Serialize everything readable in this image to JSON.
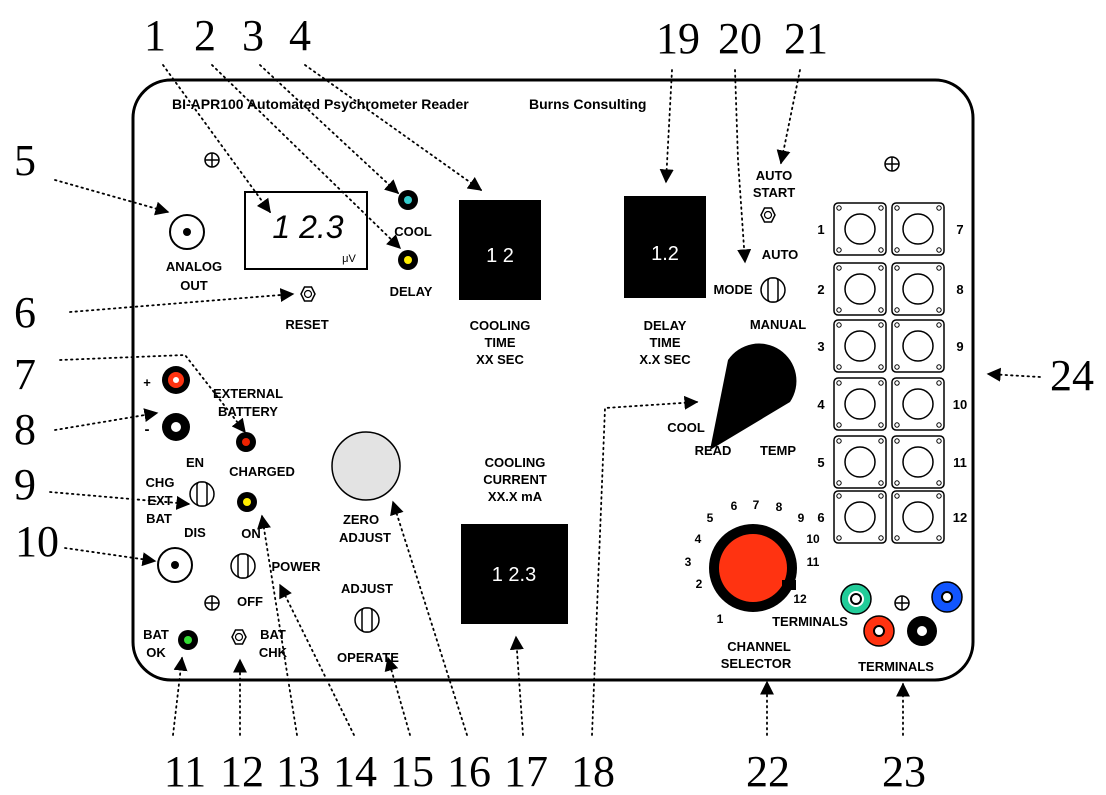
{
  "panel": {
    "title": "BI-APR100 Automated Psychrometer Reader",
    "company": "Burns Consulting",
    "analog_out_top": "ANALOG",
    "analog_out_bottom": "OUT",
    "reset": "RESET",
    "cool": "COOL",
    "delay": "DELAY",
    "plus": "+",
    "minus": "-",
    "external_top": "EXTERNAL",
    "battery": "BATTERY",
    "charged": "CHARGED",
    "en": "EN",
    "chg": "CHG",
    "ext": "EXT",
    "bat": "BAT",
    "dis": "DIS",
    "on": "ON",
    "power": "POWER",
    "off": "OFF",
    "bat_ok_top": "BAT",
    "bat_ok_bottom": "OK",
    "bat_chk_top": "BAT",
    "bat_chk_bottom": "CHK",
    "zero_top": "ZERO",
    "zero_bottom": "ADJUST",
    "adjust": "ADJUST",
    "operate": "OPERATE",
    "cooling_time_1": "COOLING",
    "cooling_time_2": "TIME",
    "cooling_time_3": "XX SEC",
    "delay_time_1": "DELAY",
    "delay_time_2": "TIME",
    "delay_time_3": "X.X SEC",
    "cooling_current_1": "COOLING",
    "cooling_current_2": "CURRENT",
    "cooling_current_3": "XX.X mA",
    "auto_start_1": "AUTO",
    "auto_start_2": "START",
    "auto": "AUTO",
    "mode": "MODE",
    "manual": "MANUAL",
    "cool_read": "COOL",
    "read": "READ",
    "temp": "TEMP",
    "channel_1": "CHANNEL",
    "channel_2": "SELECTOR",
    "terminals_upper": "TERMINALS",
    "terminals_lower": "TERMINALS"
  },
  "displays": {
    "meter_value": "1 2.3",
    "meter_unit": "μV",
    "cooling_time": "1 2",
    "delay_time": "1.2",
    "cooling_current": "1 2.3"
  },
  "channel_numbers": [
    "1",
    "2",
    "3",
    "4",
    "5",
    "6",
    "7",
    "8",
    "9",
    "10",
    "11",
    "12"
  ],
  "dial_numbers": [
    "1",
    "2",
    "3",
    "4",
    "5",
    "6",
    "7",
    "8",
    "9",
    "10",
    "11",
    "12"
  ],
  "callouts": [
    "1",
    "2",
    "3",
    "4",
    "5",
    "6",
    "7",
    "8",
    "9",
    "10",
    "11",
    "12",
    "13",
    "14",
    "15",
    "16",
    "17",
    "18",
    "19",
    "20",
    "21",
    "22",
    "23",
    "24"
  ],
  "colors": {
    "cool_led": "#33cccc",
    "delay_led": "#ffee00",
    "charged_led": "#ee2200",
    "on_led": "#ffee00",
    "bat_ok_led": "#33dd33",
    "channel_knob": "#ff3311",
    "terminal_red": "#ff3311",
    "terminal_green": "#22cc99",
    "terminal_blue": "#1155ff"
  }
}
